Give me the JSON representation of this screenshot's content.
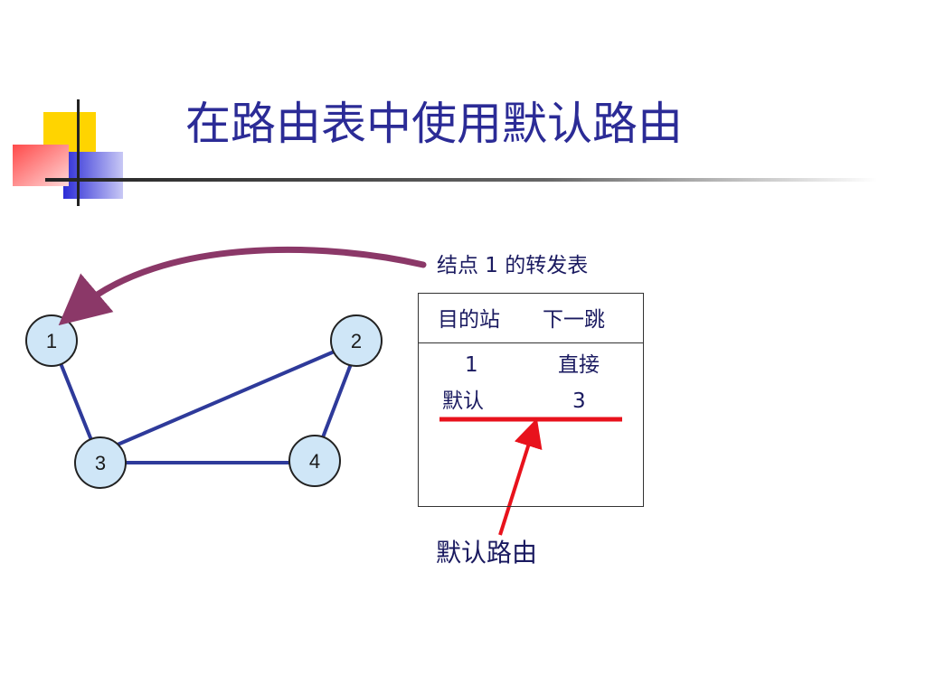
{
  "title": "在路由表中使用默认路由",
  "table_caption": "结点 1 的转发表",
  "table": {
    "headers": [
      "目的站",
      "下一跳"
    ],
    "rows": [
      [
        "1",
        "直接"
      ],
      [
        "默认",
        "3"
      ]
    ]
  },
  "default_route_label": "默认路由",
  "nodes": [
    "1",
    "2",
    "3",
    "4"
  ],
  "edges": [
    [
      "1",
      "3"
    ],
    [
      "2",
      "3"
    ],
    [
      "2",
      "4"
    ],
    [
      "3",
      "4"
    ]
  ],
  "colors": {
    "title": "#2b2b96",
    "node_fill": "#cfe6f7",
    "edge": "#2e3a9a",
    "curved_arrow": "#8b3868",
    "highlight": "#e8121c"
  }
}
